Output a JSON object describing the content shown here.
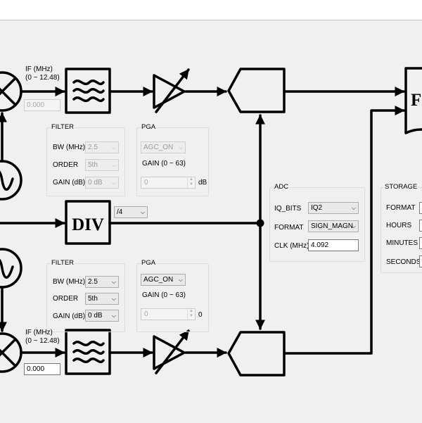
{
  "top_if": {
    "label": "IF (MHz)",
    "range": "(0 ~ 12.48)",
    "value": "0.000"
  },
  "bottom_if": {
    "label": "IF (MHz)",
    "range": "(0 ~ 12.48)",
    "value": "0.000"
  },
  "top_filter": {
    "title": "FILTER",
    "bw_label": "BW (MHz)",
    "bw_value": "2.5",
    "order_label": "ORDER",
    "order_value": "5th",
    "gain_label": "GAIN (dB)",
    "gain_value": "0 dB"
  },
  "top_pga": {
    "title": "PGA",
    "mode_value": "AGC_ON",
    "gain_label": "GAIN (0 ~ 63)",
    "gain_value": "0",
    "unit": "dB"
  },
  "bottom_filter": {
    "title": "FILTER",
    "bw_label": "BW (MHz)",
    "bw_value": "2.5",
    "order_label": "ORDER",
    "order_value": "5th",
    "gain_label": "GAIN (dB)",
    "gain_value": "0 dB"
  },
  "bottom_pga": {
    "title": "PGA",
    "mode_value": "AGC_ON",
    "gain_label": "GAIN (0 ~ 63)",
    "gain_value": "0",
    "unit": "0"
  },
  "divider": {
    "label": "DIV",
    "value": "/4"
  },
  "adc": {
    "title": "ADC",
    "iq_bits_label": "IQ_BITS",
    "iq_bits_value": "IQ2",
    "format_label": "FORMAT",
    "format_value": "SIGN_MAGN",
    "clk_label": "CLK (MHz)",
    "clk_value": "4.092"
  },
  "storage": {
    "title": "STORAGE",
    "format_label": "FORMAT",
    "hours_label": "HOURS",
    "minutes_label": "MINUTES",
    "seconds_label": "SECONDS"
  },
  "fifo_label": "F",
  "colors": {
    "background": "#f0f0f0",
    "line": "#000000",
    "field_border": "#7a7a7a"
  }
}
